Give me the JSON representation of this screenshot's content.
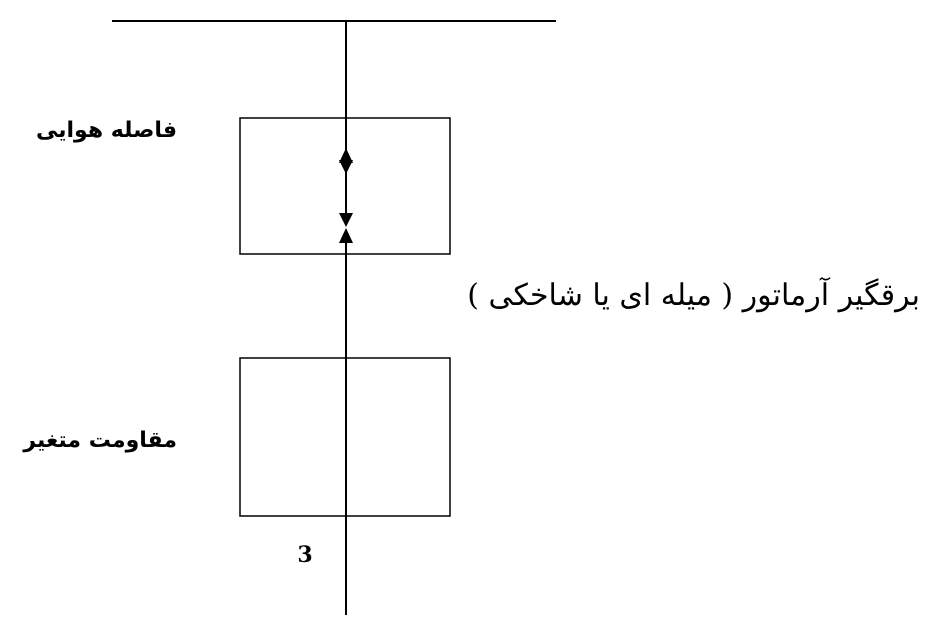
{
  "labels": {
    "air_gap": "فاصله هوایی",
    "arrester": "برقگیر آرماتور ( میله ای یا شاخکی )",
    "variable_resistor": "مقاومت متغیر",
    "number": "3"
  },
  "colors": {
    "line": "#000000",
    "background": "#ffffff"
  }
}
